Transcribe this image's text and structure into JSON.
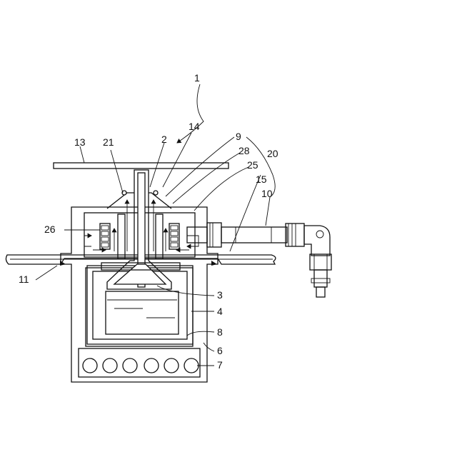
{
  "figure": {
    "labels": {
      "l1": "1",
      "l2": "2",
      "l3": "3",
      "l4": "4",
      "l6": "6",
      "l7": "7",
      "l8": "8",
      "l9": "9",
      "l10": "10",
      "l11": "11",
      "l13": "13",
      "l14": "14",
      "l15": "15",
      "l20": "20",
      "l21": "21",
      "l25": "25",
      "l26": "26",
      "l28": "28"
    }
  }
}
